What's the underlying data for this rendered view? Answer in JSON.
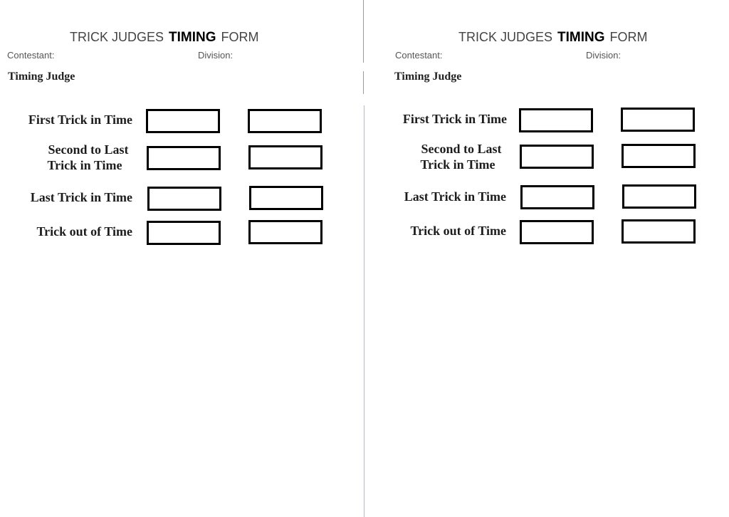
{
  "form": {
    "title_left": "TRICK JUDGES",
    "title_bold": "TIMING",
    "title_right": "FORM",
    "contestant_label": "Contestant:",
    "division_label": "Division:",
    "judge_label": "Timing Judge",
    "rows": [
      {
        "label": "First Trick in Time"
      },
      {
        "label_line1": "Second to Last",
        "label_line2": "Trick in Time"
      },
      {
        "label": "Last Trick in Time"
      },
      {
        "label": "Trick out of Time"
      }
    ]
  }
}
